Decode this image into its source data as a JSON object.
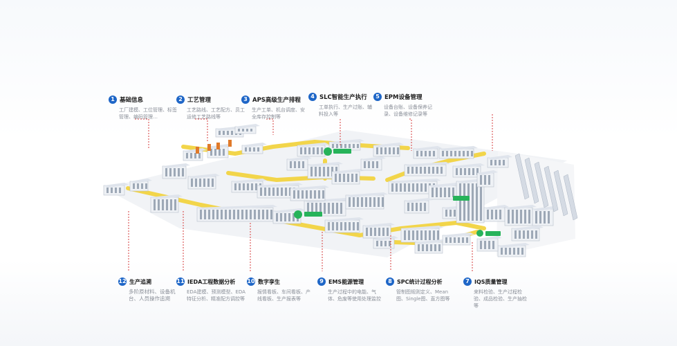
{
  "callouts": [
    {
      "num": "1",
      "title": "基础信息",
      "desc": "工厂建模、工位管理、标签管理、编码管理…"
    },
    {
      "num": "2",
      "title": "工艺管理",
      "desc": "工艺路线、工艺配方、员工运修工艺路线等"
    },
    {
      "num": "3",
      "title": "APS高级生产排程",
      "desc": "生产工单、机台调度、安全库存控制等"
    },
    {
      "num": "4",
      "title": "SLC智能生产执行",
      "desc": "工单执行、生产过账、辅料投入等"
    },
    {
      "num": "5",
      "title": "EPM设备管理",
      "desc": "设备台账、设备保养记录、设备维修记录等"
    },
    {
      "num": "12",
      "title": "生产追溯",
      "desc": "多阶原材料、设备机台、人员操作追溯"
    },
    {
      "num": "11",
      "title": "IEDA工程数据分析",
      "desc": "EDA建模、预测模型、EDA特征分析、精准配方调控等"
    },
    {
      "num": "10",
      "title": "数字孪生",
      "desc": "报情看板、车间看板、产线看板、生产报表等"
    },
    {
      "num": "9",
      "title": "EMS能源管理",
      "desc": "生产过程中的电能、气体、危废等使用处理监控"
    },
    {
      "num": "8",
      "title": "SPC统计过程分析",
      "desc": "管制图规则定义、Mean图、Single图、直方图等"
    },
    {
      "num": "7",
      "title": "IQS质量管理",
      "desc": "来料检验、生产过程检验、成品检验、生产抽检等"
    }
  ],
  "colors": {
    "accent": "#1e66c7",
    "conveyor": "#f2d54a",
    "leader": "#d63b3b",
    "green": "#27b35a"
  }
}
